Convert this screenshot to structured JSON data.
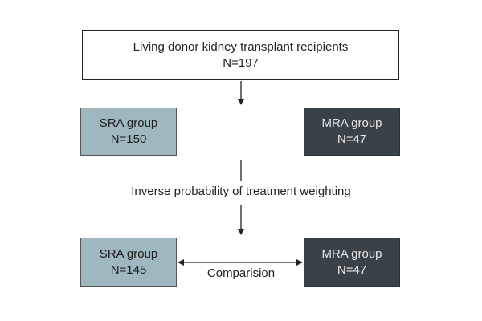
{
  "top": {
    "line1": "Living donor kidney transplant recipients",
    "line2": "N=197"
  },
  "row1": {
    "sra": {
      "name": "SRA group",
      "n": "N=150"
    },
    "mra": {
      "name": "MRA group",
      "n": "N=47"
    }
  },
  "weighting": {
    "label": "Inverse probability of treatment weighting"
  },
  "row2": {
    "sra": {
      "name": "SRA group",
      "n": "N=145"
    },
    "mra": {
      "name": "MRA group",
      "n": "N=47"
    }
  },
  "comparison": {
    "label": "Comparision"
  },
  "colors": {
    "sra_fill": "#9fb7bf",
    "mra_fill": "#3a4249",
    "line": "#222222"
  }
}
